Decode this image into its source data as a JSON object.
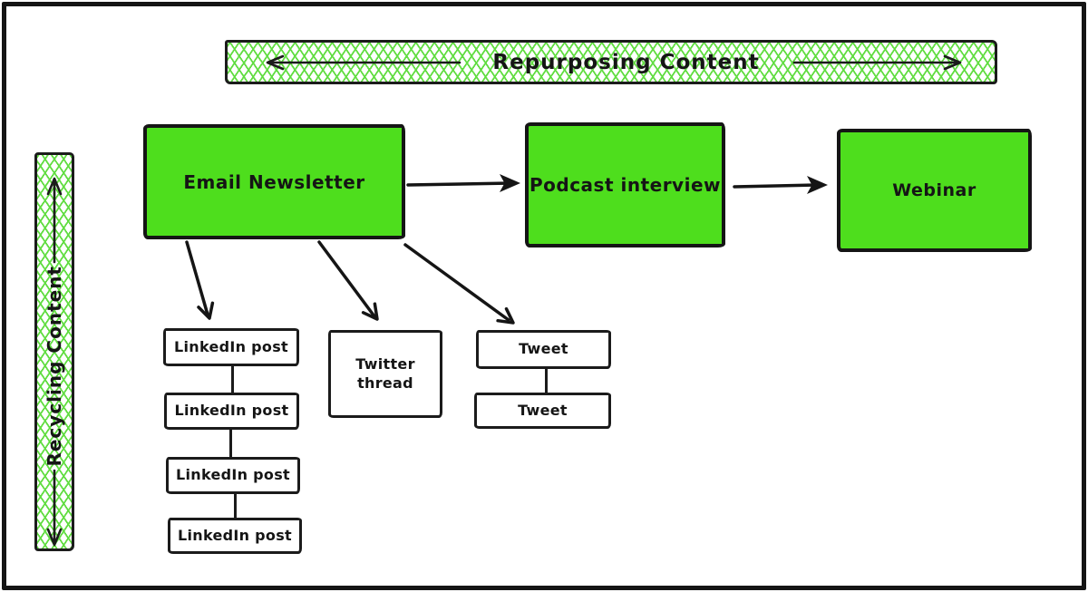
{
  "diagram": {
    "title_banner": {
      "label": "Repurposing Content"
    },
    "side_banner": {
      "label": "Recycling Content"
    },
    "stages": [
      {
        "label": "Email Newsletter"
      },
      {
        "label": "Podcast interview"
      },
      {
        "label": "Webinar"
      }
    ],
    "derivatives": {
      "linkedin_chain": [
        "LinkedIn post",
        "LinkedIn post",
        "LinkedIn post",
        "LinkedIn post"
      ],
      "twitter_thread": "Twitter thread",
      "tweet_chain": [
        "Tweet",
        "Tweet"
      ]
    },
    "colors": {
      "stage_fill": "#4EDE1D",
      "hatch_green": "#62DD42",
      "ink": "#151515",
      "background": "#FFFFFF"
    }
  }
}
